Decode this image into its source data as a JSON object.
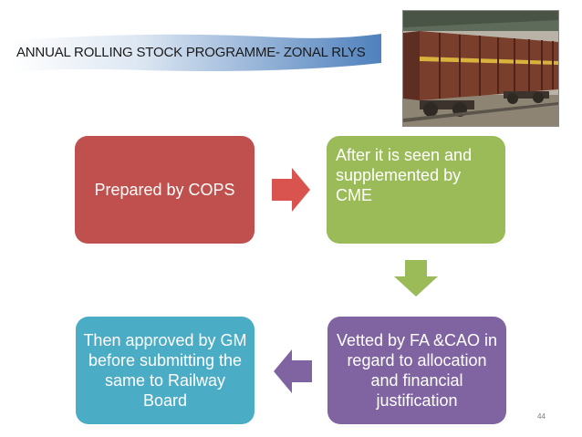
{
  "slide": {
    "title": "ANNUAL ROLLING STOCK PROGRAMME- ZONAL RLYS",
    "page_number": "44"
  },
  "colors": {
    "banner": "#4f81bd",
    "step1": "#c0504d",
    "step2": "#9bbb59",
    "step3": "#8064a2",
    "step4": "#4bacc6"
  },
  "steps": [
    {
      "text": "Prepared by COPS"
    },
    {
      "text": "After it is seen and supplemented by CME"
    },
    {
      "text": "Vetted by FA &CAO in regard to allocation and financial justification"
    },
    {
      "text": "Then approved by GM before submitting the same to Railway Board"
    }
  ],
  "photo": {
    "subject": "railway freight wagons photo"
  }
}
